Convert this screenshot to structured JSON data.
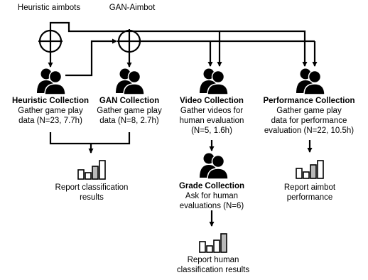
{
  "sources": {
    "heuristic": "Heuristic aimbots",
    "gan": "GAN-Aimbot"
  },
  "collections": {
    "heuristic": {
      "title": "Heuristic Collection",
      "line1": "Gather game play",
      "line2": "data (N=23, 7.7h)"
    },
    "gan": {
      "title": "GAN Collection",
      "line1": "Gather game play",
      "line2": "data (N=8, 2.7h)"
    },
    "video": {
      "title": "Video Collection",
      "line1": "Gather videos for",
      "line2": "human evaluation",
      "line3": "(N=5, 1.6h)"
    },
    "grade": {
      "title": "Grade Collection",
      "line1": "Ask for human",
      "line2": "evaluations (N=6)"
    },
    "performance": {
      "title": "Performance Collection",
      "line1": "Gather game play",
      "line2": "data for performance",
      "line3": "evaluation (N=22, 10.5h)"
    }
  },
  "results": {
    "classification": {
      "line1": "Report classification",
      "line2": "results"
    },
    "human": {
      "line1": "Report human",
      "line2": "classification results"
    },
    "performance": {
      "line1": "Report aimbot",
      "line2": "performance"
    }
  },
  "icons": [
    "crosshair-icon",
    "people-icon",
    "bar-chart-icon"
  ]
}
